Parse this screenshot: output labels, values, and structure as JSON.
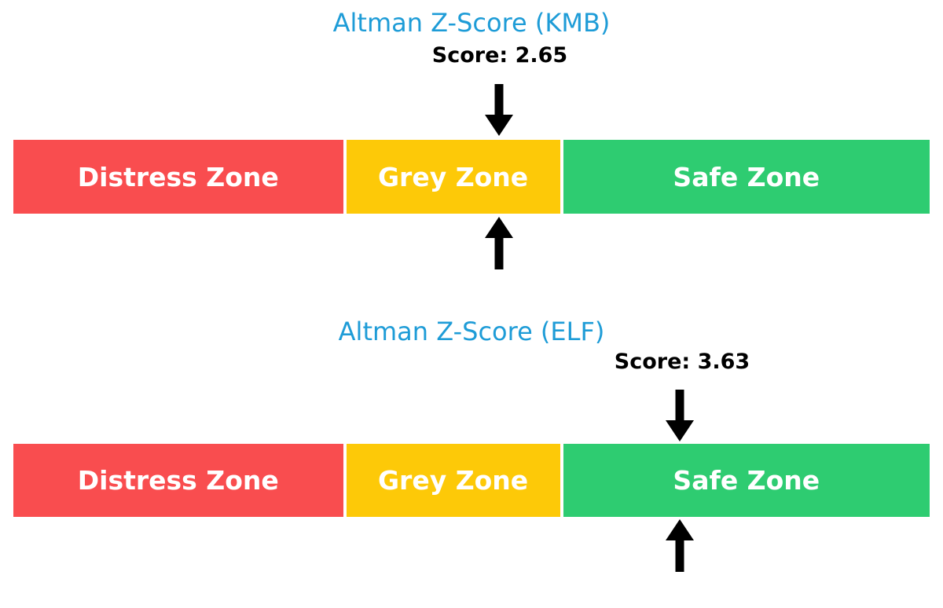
{
  "colors": {
    "title_blue": "#1E9CD7",
    "score_text": "#000000",
    "distress_red": "#F94D4F",
    "grey_yellow": "#FDC908",
    "safe_green": "#2ECC71",
    "zone_label_white": "#FFFFFF",
    "arrow_black": "#000000",
    "background": "#FFFFFF"
  },
  "charts": [
    {
      "title": "Altman Z-Score (KMB)",
      "score_label": "Score: 2.65",
      "score": 2.65,
      "zones": [
        {
          "label": "Distress Zone"
        },
        {
          "label": "Grey Zone"
        },
        {
          "label": "Safe Zone"
        }
      ]
    },
    {
      "title": "Altman Z-Score (ELF)",
      "score_label": "Score: 3.63",
      "score": 3.63,
      "zones": [
        {
          "label": "Distress Zone"
        },
        {
          "label": "Grey Zone"
        },
        {
          "label": "Safe Zone"
        }
      ]
    }
  ],
  "chart_data": [
    {
      "type": "gauge",
      "title": "Altman Z-Score (KMB)",
      "score": 2.65,
      "scale_min": 0,
      "scale_max": 5,
      "marker": "black down-arrow above bar and up-arrow below bar at score position",
      "zones": [
        {
          "label": "Distress Zone",
          "from": 0,
          "to": 1.81,
          "color": "#F94D4F"
        },
        {
          "label": "Grey Zone",
          "from": 1.81,
          "to": 2.99,
          "color": "#FDC908"
        },
        {
          "label": "Safe Zone",
          "from": 2.99,
          "to": 5,
          "color": "#2ECC71"
        }
      ],
      "score_in_zone": "Grey Zone"
    },
    {
      "type": "gauge",
      "title": "Altman Z-Score (ELF)",
      "score": 3.63,
      "scale_min": 0,
      "scale_max": 5,
      "marker": "black down-arrow above bar and up-arrow below bar at score position",
      "zones": [
        {
          "label": "Distress Zone",
          "from": 0,
          "to": 1.81,
          "color": "#F94D4F"
        },
        {
          "label": "Grey Zone",
          "from": 1.81,
          "to": 2.99,
          "color": "#FDC908"
        },
        {
          "label": "Safe Zone",
          "from": 2.99,
          "to": 5,
          "color": "#2ECC71"
        }
      ],
      "score_in_zone": "Safe Zone"
    }
  ]
}
